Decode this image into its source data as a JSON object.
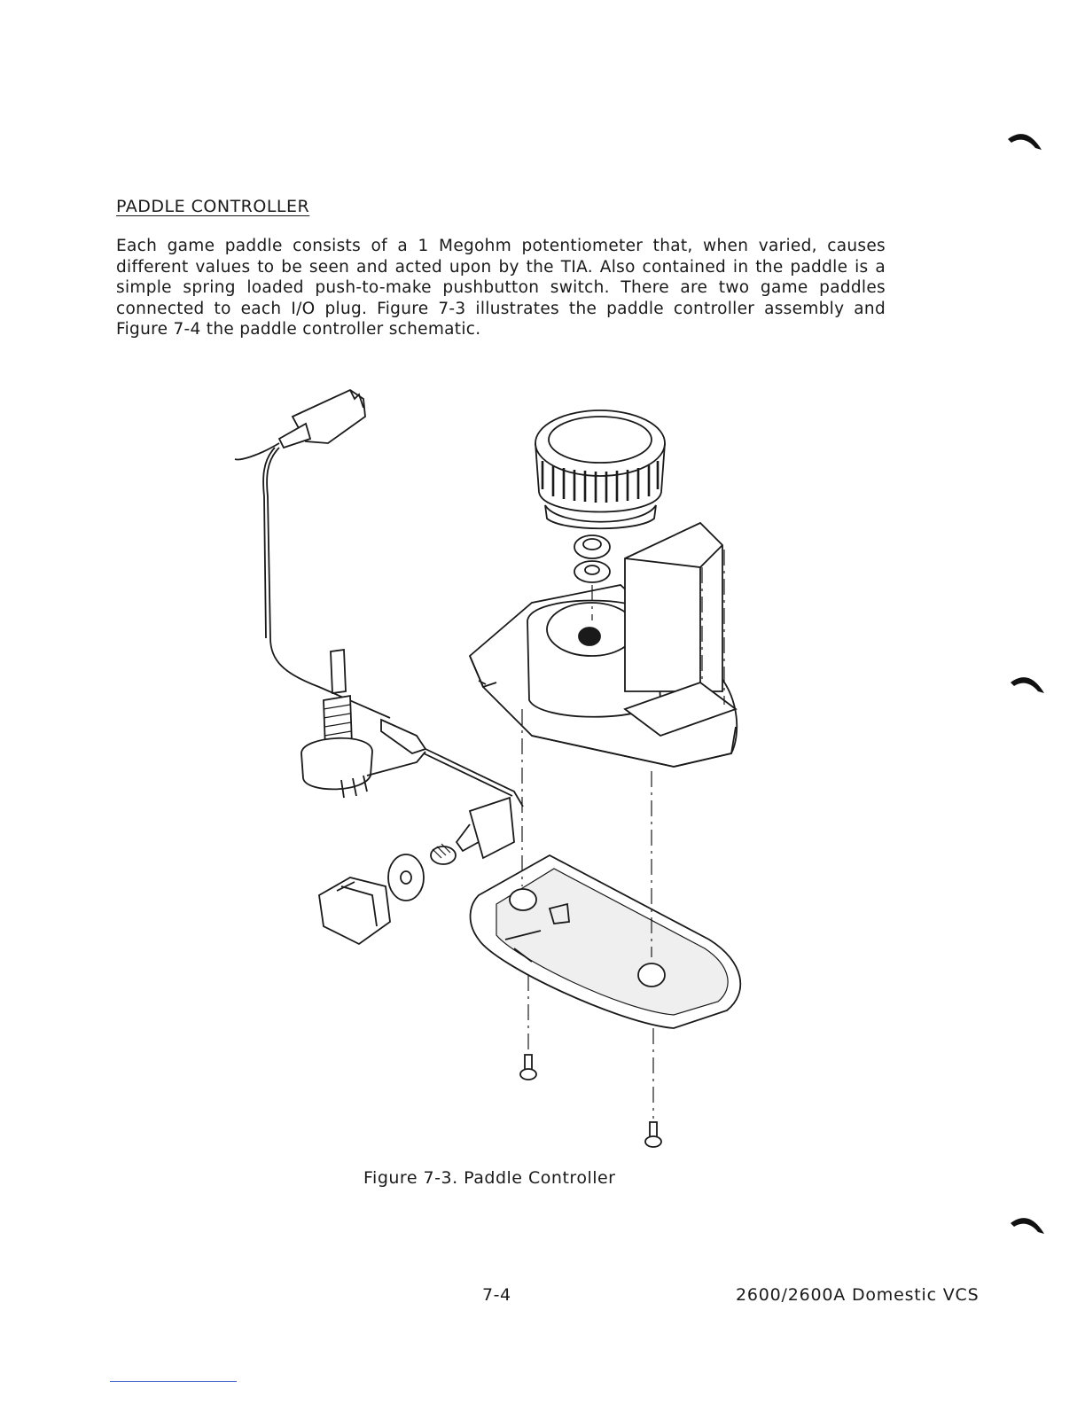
{
  "heading": "PADDLE CONTROLLER",
  "paragraph": "Each game paddle consists of a 1 Megohm potentiometer that, when varied, causes different values to be seen and acted upon by the TIA. Also contained in the paddle is a simple spring loaded push-to-make pushbutton switch. There are two game paddles connected to each I/O plug. Figure 7-3 illustrates the paddle controller assembly and Figure 7-4 the paddle controller schematic.",
  "figure": {
    "caption": "Figure 7-3. Paddle Controller"
  },
  "footer": {
    "page_number": "7-4",
    "document_title": "2600/2600A Domestic VCS"
  }
}
